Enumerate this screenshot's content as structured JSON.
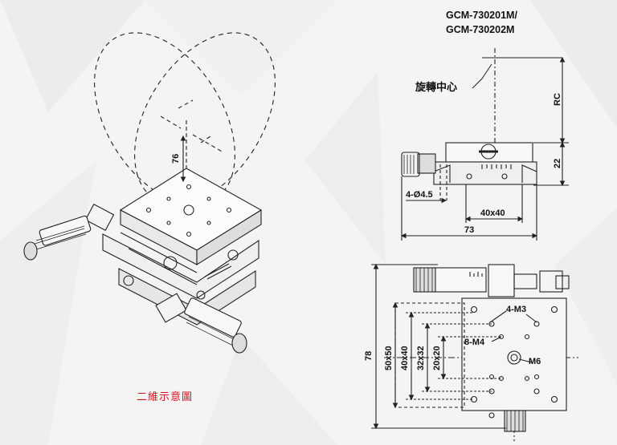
{
  "product": {
    "model_line1": "GCM-730201M/",
    "model_line2": "GCM-730202M"
  },
  "annotations": {
    "rotation_center": "旋轉中心",
    "schematic_caption": "二維示意圖"
  },
  "dimensions": {
    "rc": "RC",
    "height_22": "22",
    "hole": "4-Ø4.5",
    "table_40x40": "40x40",
    "width_73": "73",
    "height_78": "78",
    "d_50x50": "50x50",
    "d_40x40": "40x40",
    "d_32x32": "32x32",
    "d_20x20": "20x20",
    "tap_4m3": "4-M3",
    "tap_8m4": "8-M4",
    "tap_m6": "M6",
    "iso_76": "76"
  },
  "colors": {
    "caption": "#d4161c",
    "lines": "#222222"
  }
}
